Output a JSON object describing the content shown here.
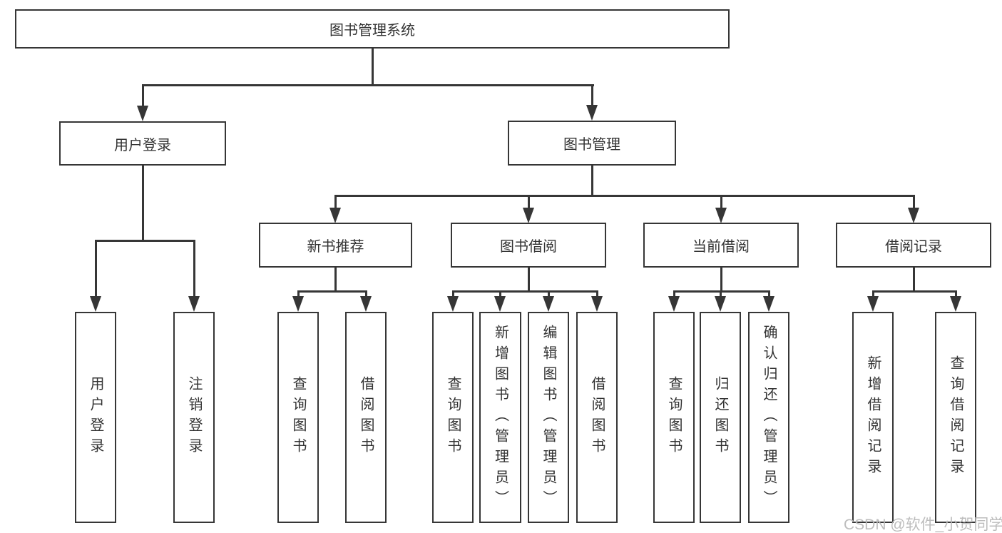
{
  "nodes": {
    "root": "图书管理系统",
    "user_login": "用户登录",
    "book_mgmt": "图书管理",
    "new_book": "新书推荐",
    "book_borrow": "图书借阅",
    "current_borrow": "当前借阅",
    "borrow_record": "借阅记录",
    "leaf_user_login": "用户登录",
    "leaf_logout": "注销登录",
    "leaf_nb_query": "查询图书",
    "leaf_nb_borrow": "借阅图书",
    "leaf_bb_query": "查询图书",
    "leaf_bb_add": "新增图书（管理员）",
    "leaf_bb_edit": "编辑图书（管理员）",
    "leaf_bb_borrow": "借阅图书",
    "leaf_cb_query": "查询图书",
    "leaf_cb_return": "归还图书",
    "leaf_cb_confirm": "确认归还（管理员）",
    "leaf_br_add": "新增借阅记录",
    "leaf_br_query": "查询借阅记录"
  },
  "watermark": "CSDN @软件_小贺同学",
  "colors": {
    "line": "#363636",
    "text": "#333333",
    "background": "#ffffff",
    "watermark": "#b9b9b9"
  }
}
